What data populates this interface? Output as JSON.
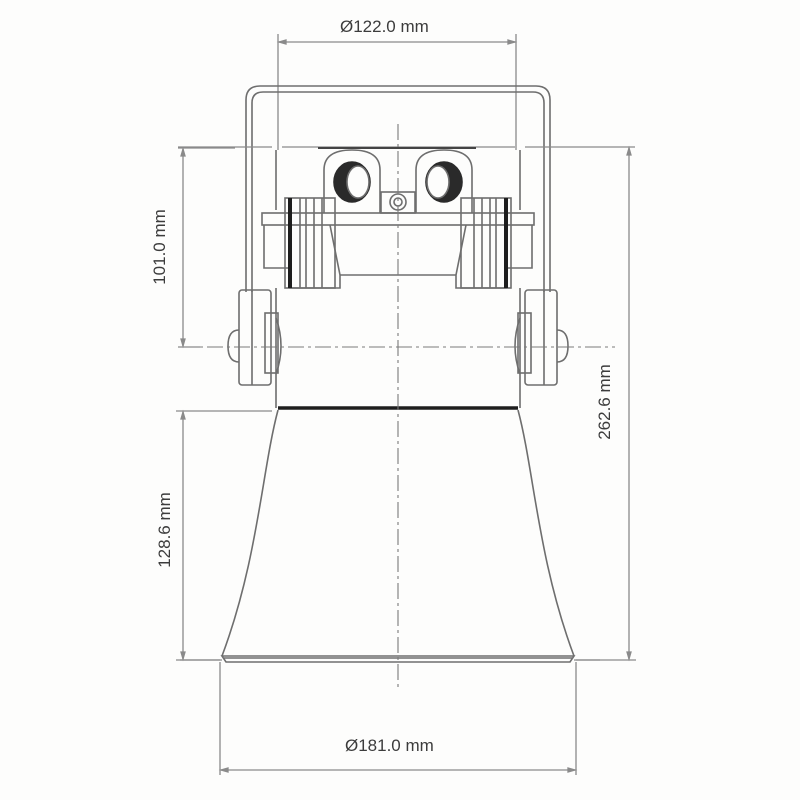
{
  "drawing": {
    "subject": "Horn loudspeaker with mounting bracket - front elevation",
    "colors": {
      "background": "#fdfdfc",
      "line": "#6e6e6e",
      "dim_line": "#8a8a8a",
      "dark": "#1e1e1e",
      "text": "#3c3c3c"
    },
    "dimensions": {
      "top_diameter": "Ø122.0 mm",
      "upper_height": "101.0 mm",
      "horn_height": "128.6 mm",
      "total_height": "262.6 mm",
      "mouth_diameter": "Ø181.0 mm"
    }
  }
}
